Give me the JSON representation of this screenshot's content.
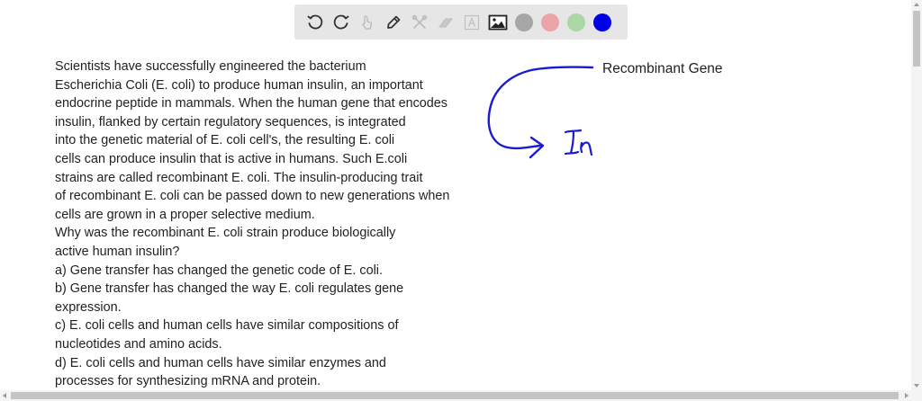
{
  "toolbar": {
    "tools": [
      {
        "name": "undo",
        "icon": "undo-icon",
        "enabled": true
      },
      {
        "name": "redo",
        "icon": "redo-icon",
        "enabled": true
      },
      {
        "name": "select",
        "icon": "pointer-icon",
        "enabled": false
      },
      {
        "name": "pen",
        "icon": "pencil-icon",
        "enabled": true
      },
      {
        "name": "tools",
        "icon": "wrench-cross-icon",
        "enabled": false
      },
      {
        "name": "eraser",
        "icon": "eraser-icon",
        "enabled": false
      },
      {
        "name": "text",
        "icon": "text-box-icon",
        "enabled": false
      },
      {
        "name": "image",
        "icon": "image-icon",
        "enabled": true
      }
    ],
    "colors": [
      {
        "name": "gray",
        "hex": "#a6a6a6",
        "selected": false
      },
      {
        "name": "red",
        "hex": "#eba4a8",
        "selected": false
      },
      {
        "name": "green",
        "hex": "#a9d7a6",
        "selected": false
      },
      {
        "name": "blue",
        "hex": "#0000e6",
        "selected": true
      }
    ]
  },
  "question": {
    "lines": [
      "Scientists have successfully engineered the bacterium",
      "Escherichia Coli (E. coli) to produce human insulin, an important",
      "endocrine peptide in mammals. When the human gene that encodes",
      "insulin, flanked by certain regulatory sequences, is integrated",
      "into the genetic material of E. coli cell's, the resulting E. coli",
      "cells can produce insulin that is active in humans. Such E.coli",
      "strains are called recombinant E. coli. The insulin-producing trait",
      "of recombinant E. coli can be passed down to new generations when",
      "cells are grown in a proper selective medium.",
      "Why was the recombinant E. coli strain produce biologically",
      "active human insulin?",
      "a) Gene transfer has changed the genetic code of E. coli.",
      "b) Gene transfer has changed the way E. coli regulates gene",
      "expression.",
      "c) E. coli cells and human cells have similar compositions of",
      "nucleotides and amino acids.",
      "d) E. coli cells and human cells have similar enzymes and",
      "processes for synthesizing mRNA and protein."
    ]
  },
  "annotation": {
    "label": "Recombinant Gene",
    "handwritten": "In",
    "ink_color": "#1a1ad6"
  }
}
